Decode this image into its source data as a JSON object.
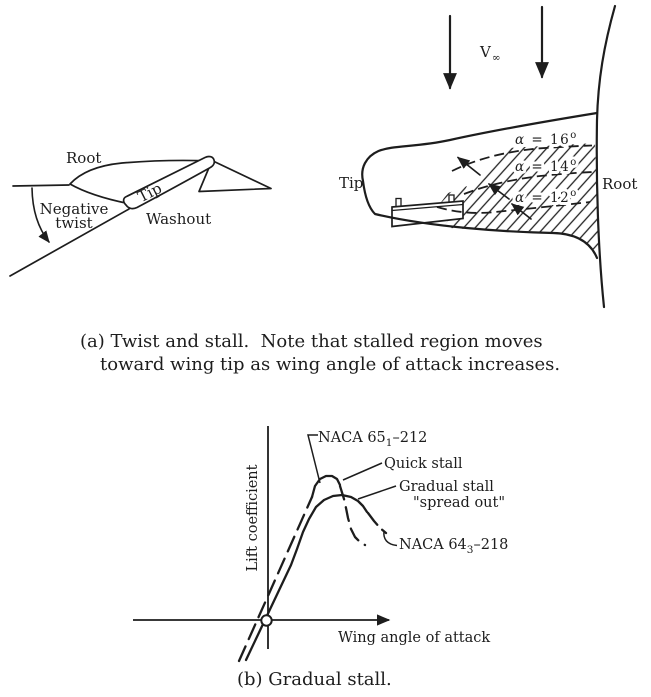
{
  "page": {
    "background": "#ffffff",
    "ink_color": "#1d1d1d"
  },
  "panel_a": {
    "twist_sketch": {
      "root_label": "Root",
      "tip_label": "Tip",
      "negative_twist_line1": "Negative",
      "negative_twist_line2": "twist",
      "washout_label": "Washout"
    },
    "planform_sketch": {
      "freestream_label": "V",
      "freestream_subscript": "∞",
      "tip_label": "Tip",
      "root_label": "Root",
      "alpha_16": {
        "alpha": "α",
        "rest": " = 16",
        "sup": "o"
      },
      "alpha_14": {
        "alpha": "α",
        "rest": " = 14",
        "sup": "o"
      },
      "alpha_12": {
        "alpha": "α",
        "rest": " = 12",
        "sup": "o"
      }
    },
    "caption_line1": "(a) Twist and stall.  Note that stalled region moves",
    "caption_line2": "toward wing tip as wing angle of attack increases."
  },
  "panel_b": {
    "ylabel": "Lift coefficient",
    "xlabel": "Wing angle of attack",
    "naca651": {
      "pre": "NACA 65",
      "sub": "1",
      "post": "–212"
    },
    "quick_stall_label": "Quick stall",
    "gradual_stall_line1": "Gradual stall",
    "gradual_stall_line2": "\"spread out\"",
    "naca643": {
      "pre": "NACA 64",
      "sub": "3",
      "post": "–218"
    },
    "caption": "(b) Gradual stall."
  },
  "chart_data": {
    "type": "line",
    "title": "",
    "xlabel": "Wing angle of attack",
    "ylabel": "Lift coefficient",
    "axis_ticks": "none (qualitative sketch, open circle marks origin)",
    "legend_position": "inline leader-line annotations",
    "series": [
      {
        "name": "NACA 65_1-212",
        "line_style": "dashed",
        "behavior": "Quick stall",
        "shape": "steep linear rise to higher sharp peak, abrupt drop after stall",
        "segments": [
          "naca651_rise",
          "naca651_peak",
          "naca651_drop"
        ]
      },
      {
        "name": "NACA 64_3-218",
        "line_style": "solid (dashed after peak)",
        "behavior": "Gradual stall \"spread out\"",
        "shape": "steep linear rise to lower rounded peak, gentle spread-out decline",
        "segments": [
          "naca643_main",
          "naca643_drop"
        ]
      }
    ],
    "series_segments": {
      "naca651_rise": {
        "dash": "16,8",
        "points": [
          [
            239,
            661
          ],
          [
            312,
            497
          ]
        ]
      },
      "naca651_peak": {
        "dash": null,
        "points": [
          [
            312,
            497
          ],
          [
            315,
            486
          ],
          [
            320,
            479
          ],
          [
            326,
            476
          ],
          [
            332,
            476
          ],
          [
            337,
            479
          ],
          [
            340,
            485
          ]
        ]
      },
      "naca651_drop": {
        "dash": "14,8",
        "points": [
          [
            340,
            486
          ],
          [
            344,
            499
          ],
          [
            346,
            508
          ],
          [
            348,
            518
          ],
          [
            351,
            529
          ],
          [
            355,
            537
          ],
          [
            360,
            542
          ],
          [
            365,
            545
          ]
        ]
      },
      "naca643_main": {
        "dash": null,
        "points": [
          [
            246,
            660
          ],
          [
            291,
            565
          ],
          [
            297,
            549
          ],
          [
            303,
            532
          ],
          [
            309,
            519
          ],
          [
            316,
            507
          ],
          [
            324,
            500
          ],
          [
            333,
            496
          ],
          [
            342,
            495
          ],
          [
            351,
            497
          ],
          [
            358,
            501
          ],
          [
            363,
            506
          ],
          [
            367,
            512
          ]
        ]
      },
      "naca643_drop": {
        "dash": "15,7",
        "points": [
          [
            368,
            513
          ],
          [
            374,
            521
          ],
          [
            380,
            528
          ],
          [
            386,
            533
          ]
        ]
      }
    },
    "annotations": [
      "NACA 65_1-212",
      "Quick stall",
      "Gradual stall \"spread out\"",
      "NACA 64_3-218"
    ],
    "origin_marker": "open circle where curves cross the axes origin"
  }
}
